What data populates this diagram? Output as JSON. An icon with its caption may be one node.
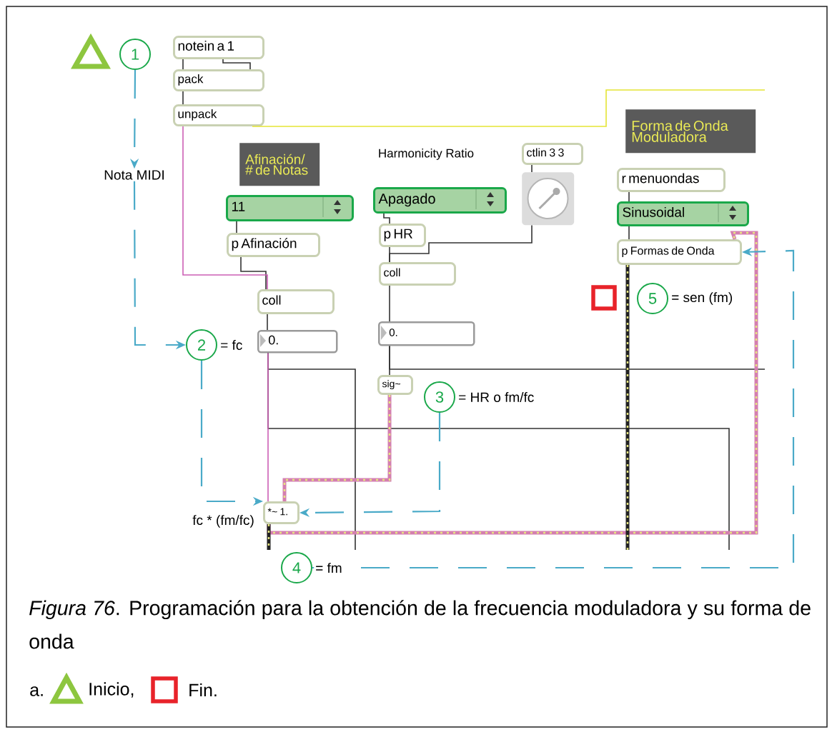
{
  "diagram": {
    "caption": "*Figura 76*. Programación para la obtención de la frecuencia moduladora y su forma de onda",
    "nodes": [
      {
        "text": [
          "1"
        ]
      },
      {
        "text": [
          "notein a 1"
        ]
      },
      {
        "text": [
          "pack"
        ]
      },
      {
        "text": [
          "unpack"
        ]
      },
      {
        "text": [
          "Nota MIDI"
        ]
      },
      {
        "text": [
          "Afinación/ # de Notas"
        ]
      },
      {
        "text": [
          "11"
        ]
      },
      {
        "text": [
          "p Afinación"
        ]
      },
      {
        "text": [
          "ctlin 3 3"
        ]
      },
      {
        "text": [],
        "shape": "dial"
      },
      {
        "text": [
          "Forma de Onda Moduladora"
        ]
      },
      {
        "text": [
          "Apagado"
        ]
      },
      {
        "text": [
          "r menuondas"
        ]
      },
      {
        "text": [
          "p HR"
        ]
      },
      {
        "text": [
          "Sinusoidal"
        ]
      },
      {
        "text": [
          "coll"
        ]
      },
      {
        "text": [
          "p Formas de Onda"
        ]
      },
      {
        "text": [
          "coll"
        ]
      },
      {
        "text": [
          "5"
        ],
        "beside": [
          "= sen (fm)"
        ]
      },
      {
        "text": [
          "2"
        ],
        "beside": [
          "= fc"
        ]
      },
      {
        "text": [
          "0."
        ]
      },
      {
        "text": [
          "0."
        ]
      },
      {
        "text": [
          "sig~"
        ]
      },
      {
        "text": [
          "3"
        ],
        "beside": [
          "= HR o fm/fc"
        ]
      },
      {
        "text": [
          "*~ 1."
        ],
        "beside": [
          "fc * (fm/fc)"
        ]
      },
      {
        "text": [
          "4"
        ],
        "beside": [
          "= fm"
        ]
      }
    ],
    "edges": [
      {
        "from": 1,
        "to": 2,
        "arrow": "none"
      },
      {
        "from": 1,
        "to": 2,
        "arrow": "none"
      },
      {
        "from": 2,
        "to": 3,
        "arrow": "none"
      },
      {
        "from": 3,
        "to": 15,
        "arrow": "none",
        "color": "#cc5fb5"
      },
      {
        "from": 3,
        "to": null,
        "arrow": "none",
        "color": "#e5e535"
      },
      {
        "from": 6,
        "to": 7,
        "arrow": "none"
      },
      {
        "from": 7,
        "to": 15,
        "arrow": "none"
      },
      {
        "from": 15,
        "to": 20,
        "arrow": "none"
      },
      {
        "from": 20,
        "to": 24,
        "arrow": "none",
        "color": "#cc5fb5"
      },
      {
        "from": 20,
        "to": null,
        "arrow": "none"
      },
      {
        "from": 20,
        "to": null,
        "arrow": "none"
      },
      {
        "from": 11,
        "to": 13,
        "arrow": "none"
      },
      {
        "from": 13,
        "to": 17,
        "arrow": "none"
      },
      {
        "from": 8,
        "to": 9,
        "arrow": "none"
      },
      {
        "from": 9,
        "to": 17,
        "arrow": "none"
      },
      {
        "from": 17,
        "to": 21,
        "arrow": "none"
      },
      {
        "from": 21,
        "to": 22,
        "arrow": "none"
      },
      {
        "from": 21,
        "to": null,
        "arrow": "none"
      },
      {
        "from": 22,
        "to": 24,
        "arrow": "none",
        "style": "thick",
        "color": "#d47fb0"
      },
      {
        "from": 24,
        "to": 16,
        "arrow": "none",
        "style": "thick",
        "color": "#d47fb0"
      },
      {
        "from": 24,
        "to": null,
        "arrow": "none",
        "style": "thick",
        "color": "#222222"
      },
      {
        "from": 16,
        "to": null,
        "arrow": "none",
        "style": "thick",
        "color": "#222222"
      },
      {
        "from": 12,
        "to": 14,
        "arrow": "none"
      },
      {
        "from": 14,
        "to": 16,
        "arrow": "none"
      },
      {
        "from": 0,
        "to": 4,
        "arrow": "to",
        "style": "dashed",
        "color": "#4aaac8"
      },
      {
        "from": 4,
        "to": 19,
        "arrow": "to",
        "style": "dashed",
        "color": "#4aaac8"
      },
      {
        "from": 19,
        "to": 24,
        "arrow": "to",
        "style": "dashed",
        "color": "#4aaac8"
      },
      {
        "from": 23,
        "to": 24,
        "arrow": "to",
        "style": "dashed",
        "color": "#4aaac8"
      },
      {
        "from": 25,
        "to": 16,
        "arrow": "to",
        "style": "dashed",
        "color": "#4aaac8"
      }
    ],
    "labels": [
      "Harmonicity Ratio",
      "a."
    ],
    "legend": [
      {
        "text": "Inicio,"
      },
      {
        "text": "Fin."
      }
    ]
  }
}
